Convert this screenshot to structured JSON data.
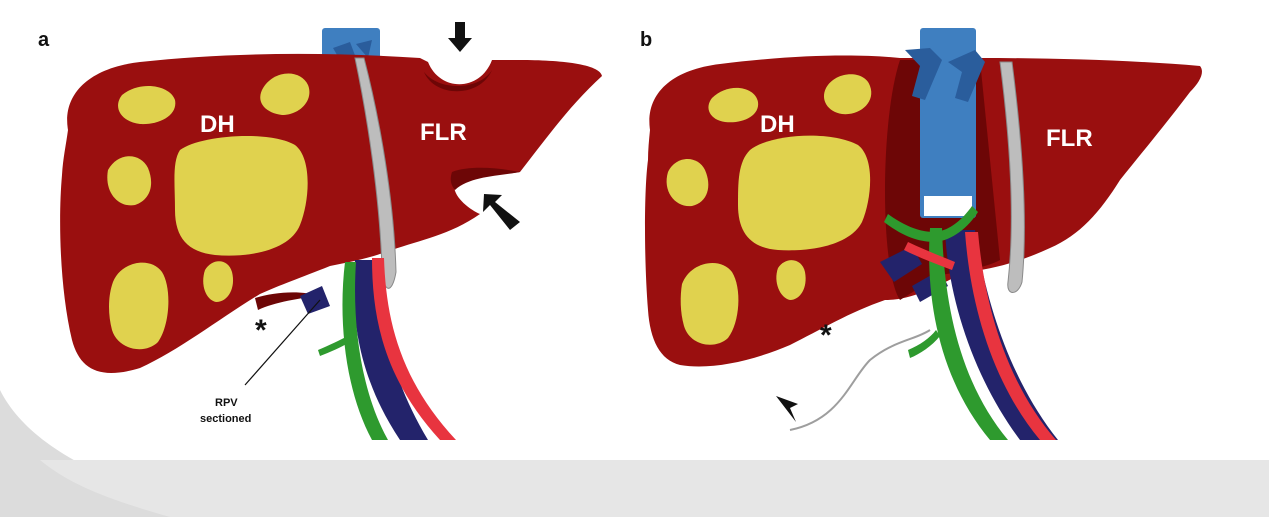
{
  "panels": {
    "a": {
      "letter": "a",
      "left_region": "DH",
      "right_region": "FLR",
      "asterisk": "*",
      "annotation_line1": "RPV",
      "annotation_line2": "sectioned"
    },
    "b": {
      "letter": "b",
      "left_region": "DH",
      "right_region": "FLR",
      "asterisk": "*"
    }
  },
  "colors": {
    "liver": "#9a0f0f",
    "liver_dark": "#6d0606",
    "lesion": "#e0d24e",
    "vena_cava": "#3f7fc0",
    "hepatic_vein": "#2a5d9c",
    "bile_duct": "#2e9a2e",
    "portal_vein": "#23236b",
    "artery": "#e8343f",
    "ligament": "#bdbdbd",
    "swoosh": "#d9d9d9"
  }
}
